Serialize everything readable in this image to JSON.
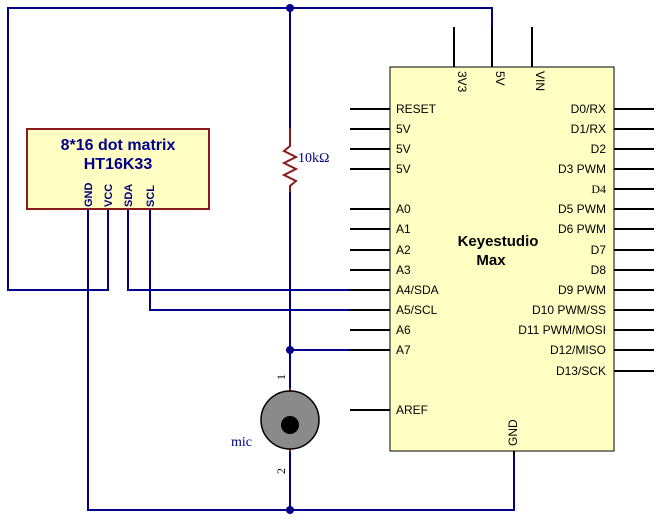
{
  "dot_matrix": {
    "title_line1": "8*16 dot matrix",
    "title_line2": "HT16K33",
    "pins": [
      "GND",
      "VCC",
      "SDA",
      "SCL"
    ]
  },
  "resistor": {
    "label": "10kΩ"
  },
  "mic": {
    "label": "mic",
    "pin1": "1",
    "pin2": "2"
  },
  "board": {
    "name_line1": "Keyestudio",
    "name_line2": "Max",
    "top_pins": [
      "3V3",
      "5V",
      "VIN"
    ],
    "left_pins": [
      "RESET",
      "5V",
      "5V",
      "5V",
      "A0",
      "A1",
      "A2",
      "A3",
      "A4/SDA",
      "A5/SCL",
      "A6",
      "A7",
      "AREF"
    ],
    "right_pins": [
      "D0/RX",
      "D1/RX",
      "D2",
      "D3 PWM",
      "D4",
      "D5 PWM",
      "D6 PWM",
      "D7",
      "D8",
      "D9 PWM",
      "D10 PWM/SS",
      "D11 PWM/MOSI",
      "D12/MISO",
      "D13/SCK"
    ],
    "bottom_pin": "GND"
  },
  "colors": {
    "wire": "#00008b",
    "board_fill": "#ffffc4",
    "module_fill": "#ffffc4",
    "module_border": "#8b1a1a",
    "mic_body": "#8a8a8a"
  }
}
